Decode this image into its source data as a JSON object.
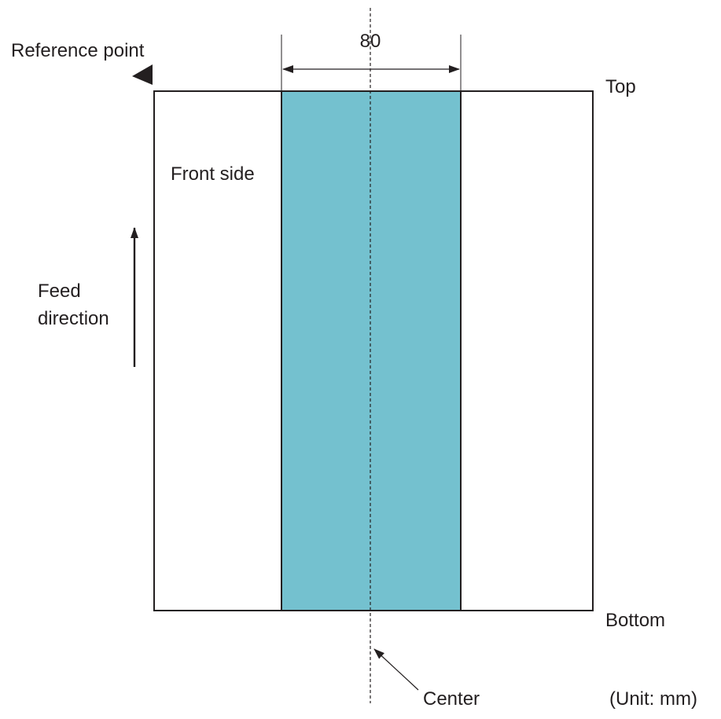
{
  "labels": {
    "reference_point": "Reference point",
    "dimension": "80",
    "top": "Top",
    "bottom": "Bottom",
    "front_side": "Front side",
    "feed_line1": "Feed",
    "feed_line2": "direction",
    "center": "Center",
    "unit": "(Unit: mm)"
  },
  "colors": {
    "area_fill": "#74c1cf",
    "stroke": "#231f20"
  }
}
